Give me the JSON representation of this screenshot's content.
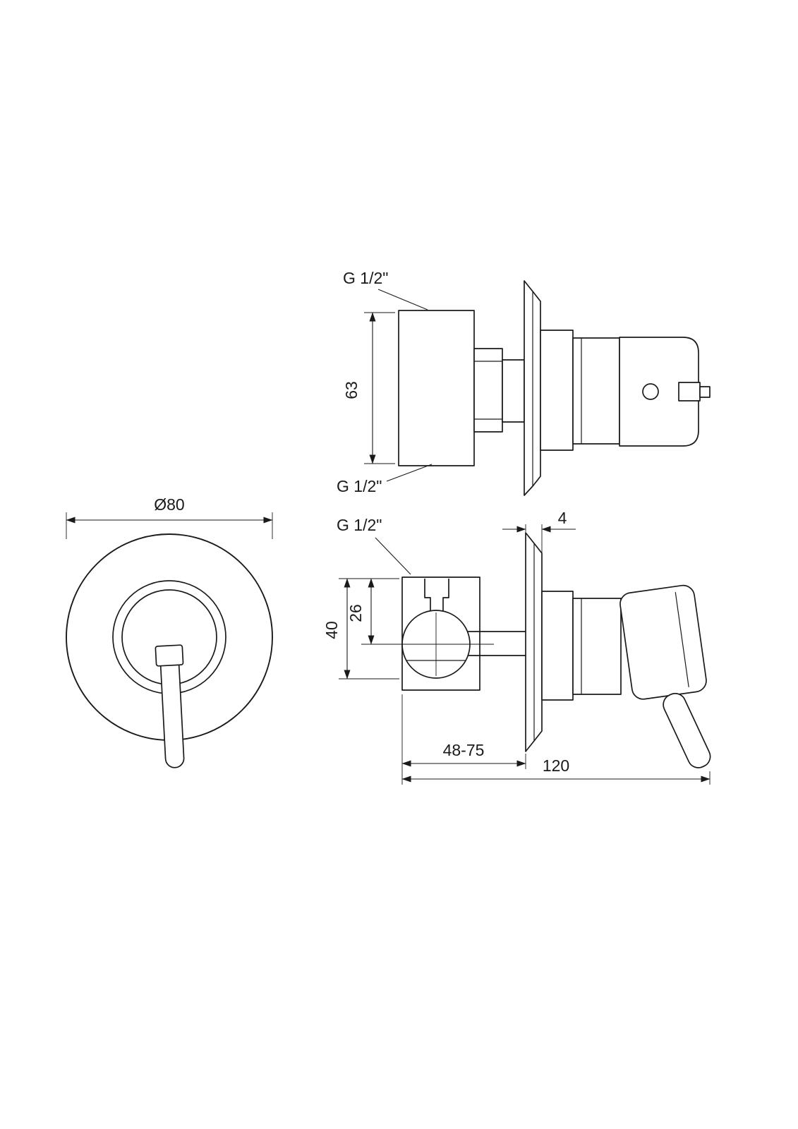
{
  "drawing": {
    "background_color": "#ffffff",
    "line_color": "#1a1a1a",
    "kind": "technical-drawing"
  },
  "labels": {
    "thread_top": "G 1/2\"",
    "thread_bottom": "G 1/2\"",
    "thread_side": "G 1/2\""
  },
  "dims": {
    "height_63": "63",
    "diameter_80": "Ø80",
    "plate_thickness_4": "4",
    "depth_40": "40",
    "depth_center_26": "26",
    "install_range_48_75": "48-75",
    "total_length_120": "120"
  }
}
